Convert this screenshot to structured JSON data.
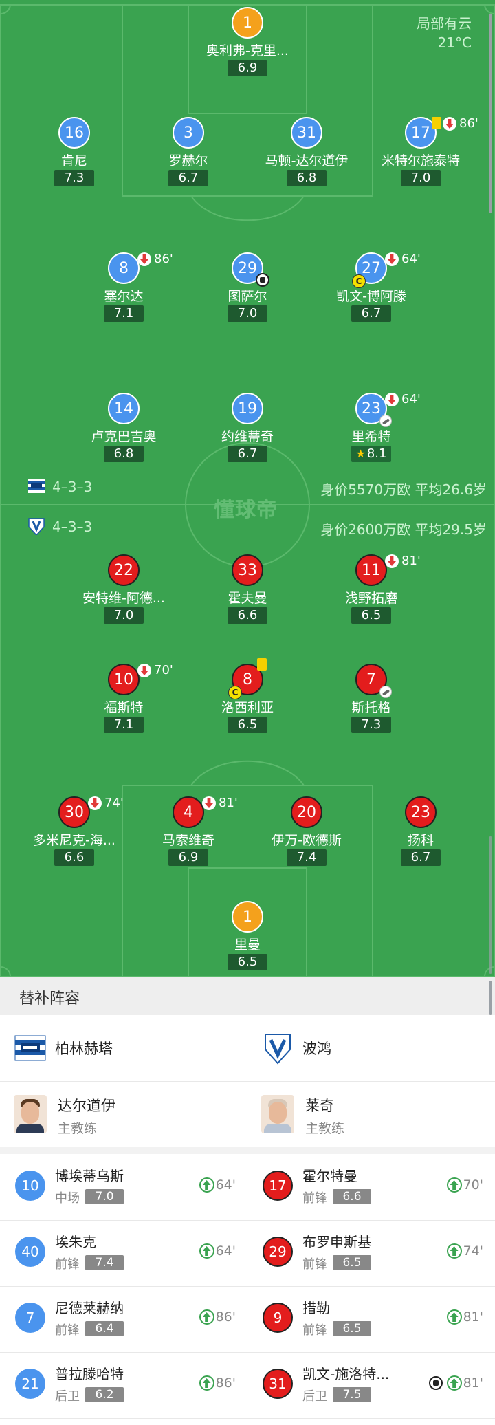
{
  "weather": {
    "condition": "局部有云",
    "temperature": "21°C"
  },
  "watermark": "懂球帝",
  "home": {
    "name": "柏林赫塔",
    "formation": "4–3–3",
    "stats": "身价5570万欧  平均26.6岁",
    "color": "#4a94ee",
    "players": [
      {
        "number": "1",
        "name": "奥利弗-克里...",
        "rating": "6.9"
      },
      {
        "number": "16",
        "name": "肯尼",
        "rating": "7.3"
      },
      {
        "number": "3",
        "name": "罗赫尔",
        "rating": "6.7"
      },
      {
        "number": "31",
        "name": "马顿-达尔道伊",
        "rating": "6.8"
      },
      {
        "number": "17",
        "name": "米特尔施泰特",
        "rating": "7.0",
        "sub_out": "86'"
      },
      {
        "number": "8",
        "name": "塞尔达",
        "rating": "7.1",
        "sub_out": "86'"
      },
      {
        "number": "29",
        "name": "图萨尔",
        "rating": "7.0"
      },
      {
        "number": "27",
        "name": "凯文-博阿滕",
        "rating": "6.7",
        "sub_out": "64'",
        "captain": "C"
      },
      {
        "number": "14",
        "name": "卢克巴吉奥",
        "rating": "6.8"
      },
      {
        "number": "19",
        "name": "约维蒂奇",
        "rating": "6.7"
      },
      {
        "number": "23",
        "name": "里希特",
        "rating": "8.1",
        "sub_out": "64'"
      }
    ]
  },
  "away": {
    "name": "波鸿",
    "formation": "4–3–3",
    "stats": "身价2600万欧  平均29.5岁",
    "color": "#e31d1d",
    "players": [
      {
        "number": "22",
        "name": "安特维-阿德...",
        "rating": "7.0"
      },
      {
        "number": "33",
        "name": "霍夫曼",
        "rating": "6.6"
      },
      {
        "number": "11",
        "name": "浅野拓磨",
        "rating": "6.5",
        "sub_out": "81'"
      },
      {
        "number": "10",
        "name": "福斯特",
        "rating": "7.1",
        "sub_out": "70'"
      },
      {
        "number": "8",
        "name": "洛西利亚",
        "rating": "6.5",
        "captain": "C"
      },
      {
        "number": "7",
        "name": "斯托格",
        "rating": "7.3"
      },
      {
        "number": "30",
        "name": "多米尼克-海...",
        "rating": "6.6",
        "sub_out": "74'"
      },
      {
        "number": "4",
        "name": "马索维奇",
        "rating": "6.9",
        "sub_out": "81'"
      },
      {
        "number": "20",
        "name": "伊万-欧德斯",
        "rating": "7.4"
      },
      {
        "number": "23",
        "name": "扬科",
        "rating": "6.7"
      },
      {
        "number": "1",
        "name": "里曼",
        "rating": "6.5"
      }
    ]
  },
  "subs": {
    "title": "替补阵容",
    "home_coach": {
      "name": "达尔道伊",
      "role": "主教练"
    },
    "away_coach": {
      "name": "莱奇",
      "role": "主教练"
    },
    "home": [
      {
        "number": "10",
        "name": "博埃蒂乌斯",
        "position": "中场",
        "rating": "7.0",
        "in": "64'"
      },
      {
        "number": "40",
        "name": "埃朱克",
        "position": "前锋",
        "rating": "7.4",
        "in": "64'"
      },
      {
        "number": "7",
        "name": "尼德莱赫纳",
        "position": "前锋",
        "rating": "6.4",
        "in": "86'"
      },
      {
        "number": "21",
        "name": "普拉滕哈特",
        "position": "后卫",
        "rating": "6.2",
        "in": "86'"
      }
    ],
    "away": [
      {
        "number": "17",
        "name": "霍尔特曼",
        "position": "前锋",
        "rating": "6.6",
        "in": "70'"
      },
      {
        "number": "29",
        "name": "布罗申斯基",
        "position": "前锋",
        "rating": "6.5",
        "in": "74'"
      },
      {
        "number": "9",
        "name": "措勒",
        "position": "前锋",
        "rating": "6.5",
        "in": "81'"
      },
      {
        "number": "31",
        "name": "凯文-施洛特...",
        "position": "后卫",
        "rating": "7.5",
        "in": "81'"
      }
    ]
  }
}
